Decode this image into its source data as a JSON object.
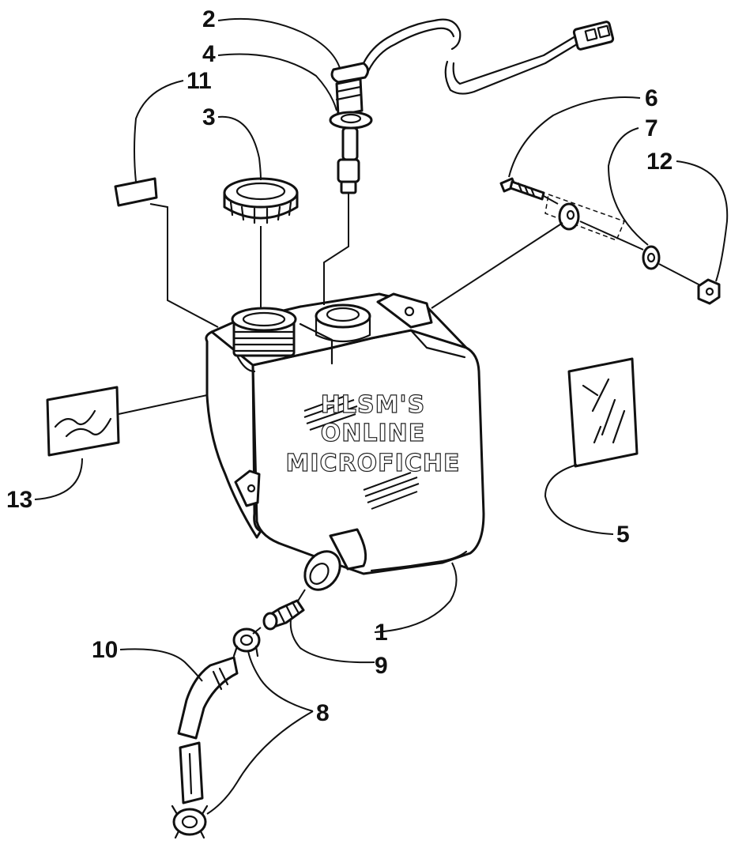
{
  "callouts": [
    {
      "id": "1",
      "label": "1"
    },
    {
      "id": "2",
      "label": "2"
    },
    {
      "id": "3",
      "label": "3"
    },
    {
      "id": "4",
      "label": "4"
    },
    {
      "id": "5",
      "label": "5"
    },
    {
      "id": "6",
      "label": "6"
    },
    {
      "id": "7",
      "label": "7"
    },
    {
      "id": "8",
      "label": "8"
    },
    {
      "id": "9",
      "label": "9"
    },
    {
      "id": "10",
      "label": "10"
    },
    {
      "id": "11",
      "label": "11"
    },
    {
      "id": "12",
      "label": "12"
    },
    {
      "id": "13",
      "label": "13"
    }
  ],
  "watermark": {
    "line1": "HLSM'S",
    "line2": "ONLINE",
    "line3": "MICROFICHE"
  }
}
